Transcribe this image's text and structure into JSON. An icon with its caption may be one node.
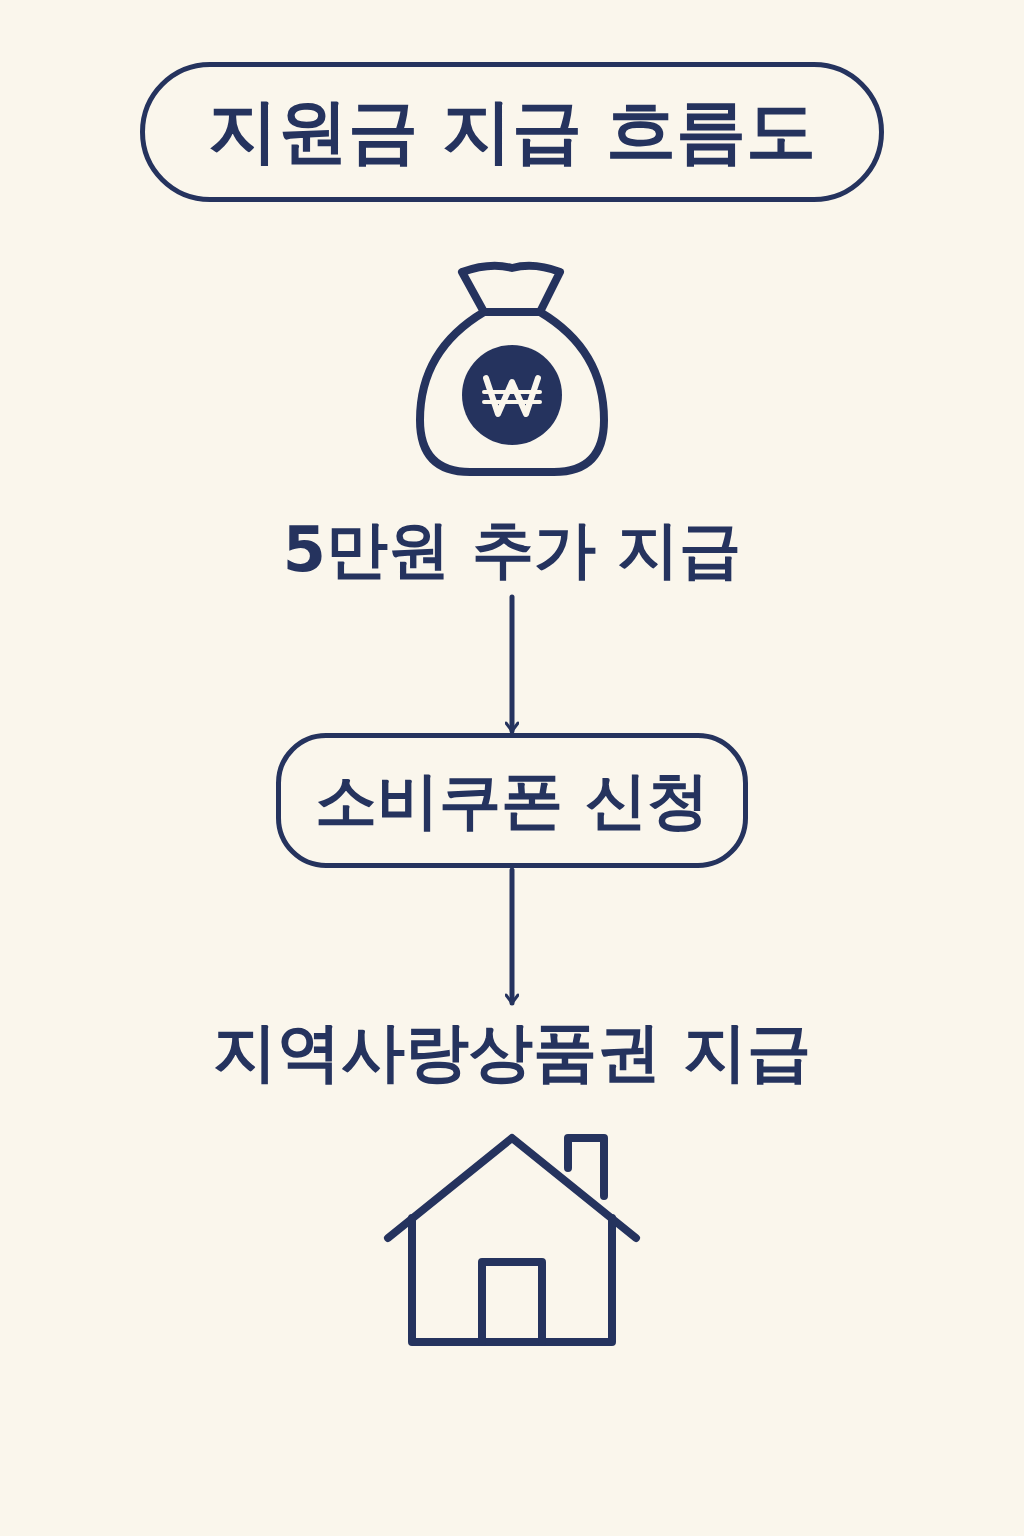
{
  "diagram": {
    "title": "지원금 지급 흐름도",
    "nodes": [
      {
        "text": [
          "5만원 추가 지급"
        ]
      },
      {
        "text": [
          "소비쿠폰 신청"
        ]
      },
      {
        "text": [
          "지역사랑상품권 지급"
        ]
      }
    ],
    "edges": [
      {
        "from": 0,
        "to": 1,
        "arrow": "to"
      },
      {
        "from": 1,
        "to": 2,
        "arrow": "to"
      }
    ]
  }
}
